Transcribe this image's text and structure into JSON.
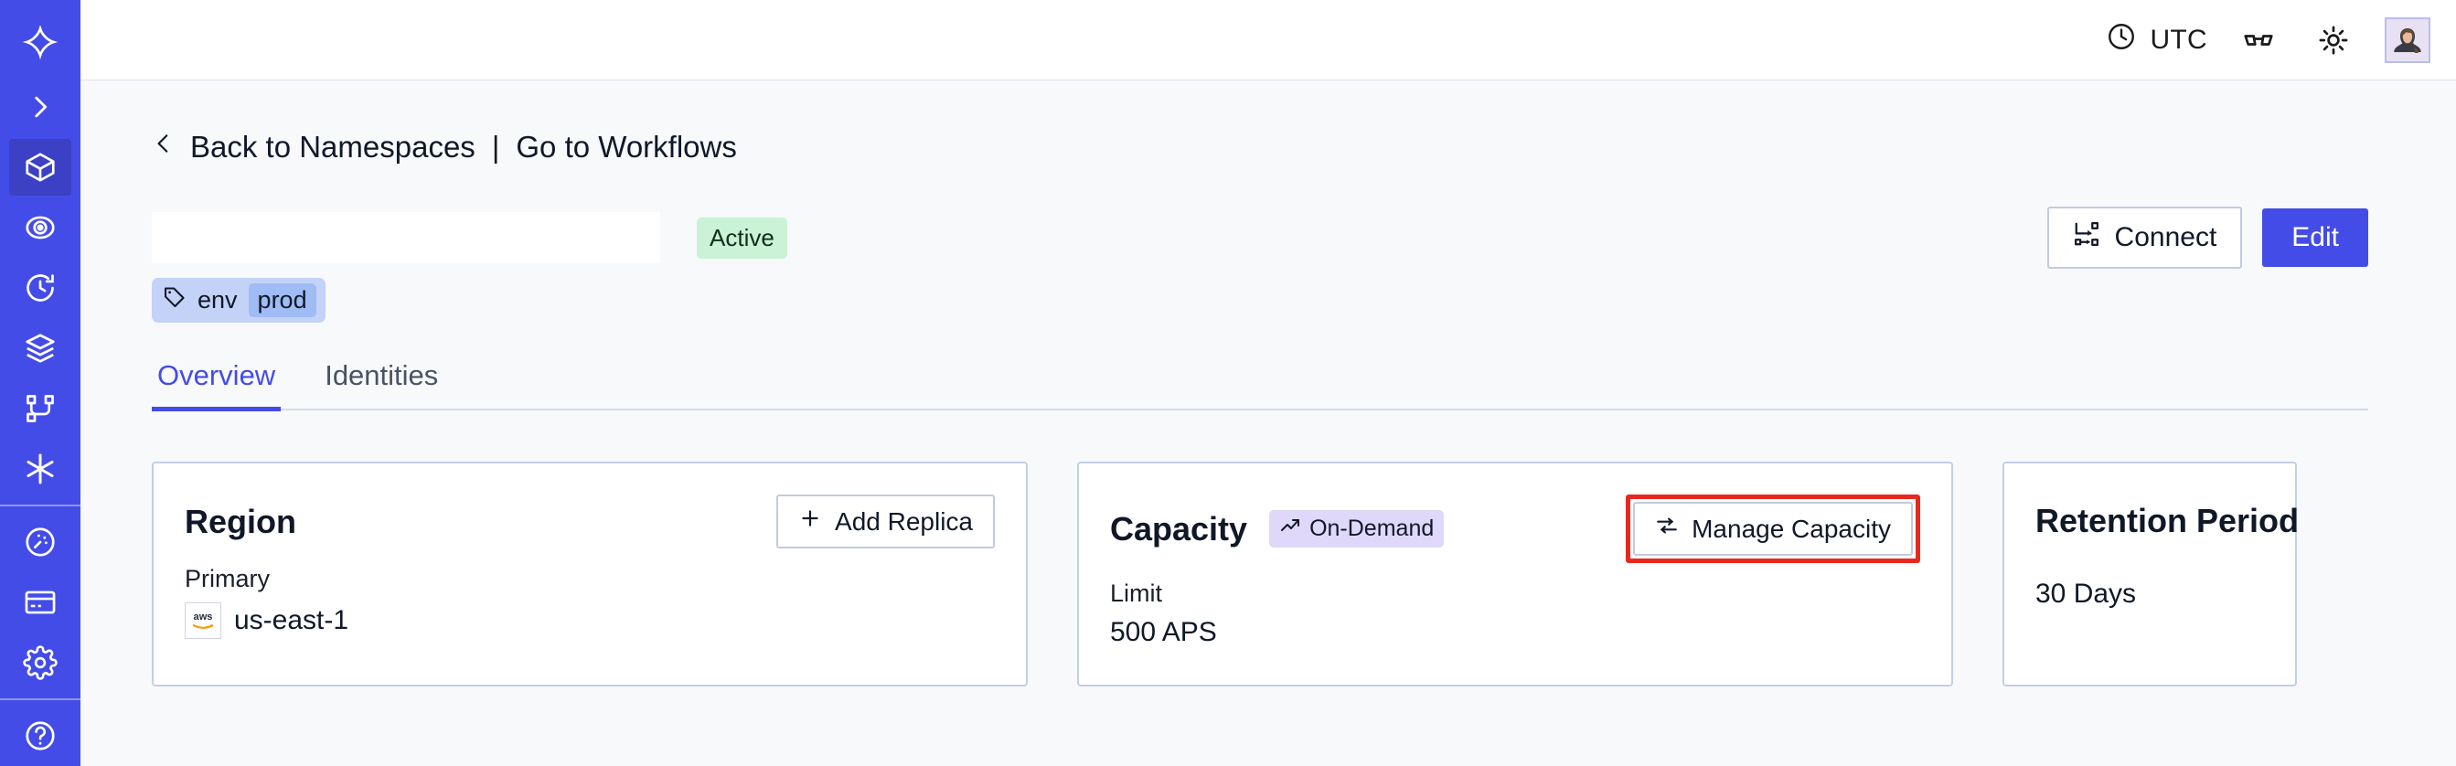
{
  "theme": {
    "brand": "#444ce7",
    "sidebar_bg": "#444ce7",
    "sidebar_active_bg": "#3b40c4",
    "page_bg": "#f7f9fb",
    "card_bg": "#ffffff",
    "card_border": "#c3cfe3",
    "active_badge_bg": "#c9f2d6",
    "ondemand_badge_bg": "#e0d8fb",
    "tag_chip_bg": "#c4d2f7",
    "tag_value_bg": "#9fbcf5",
    "highlight_outline": "#e8281e",
    "tab_active": "#444ce7"
  },
  "sidebar": {
    "logo_icon": "temporal-logo-icon",
    "expand_icon": "chevron-right-icon",
    "groups": [
      {
        "items": [
          {
            "icon": "cube-icon",
            "name": "namespaces",
            "active": true
          },
          {
            "icon": "eye-spiral-icon",
            "name": "observability",
            "active": false
          },
          {
            "icon": "clock-rewind-icon",
            "name": "schedules",
            "active": false
          },
          {
            "icon": "layers-icon",
            "name": "deployments",
            "active": false
          },
          {
            "icon": "git-branch-icon",
            "name": "workflows",
            "active": false
          },
          {
            "icon": "asterisk-icon",
            "name": "nexus",
            "active": false
          }
        ]
      },
      {
        "items": [
          {
            "icon": "gauge-icon",
            "name": "usage",
            "active": false
          },
          {
            "icon": "credit-card-icon",
            "name": "billing",
            "active": false
          },
          {
            "icon": "gear-icon",
            "name": "settings",
            "active": false
          }
        ]
      },
      {
        "items": [
          {
            "icon": "help-circle-icon",
            "name": "help",
            "active": false
          }
        ]
      }
    ]
  },
  "header": {
    "timezone_label": "UTC",
    "timezone_icon": "clock-icon",
    "glasses_icon": "glasses-icon",
    "theme_icon": "sun-icon",
    "avatar_icon": "user-avatar"
  },
  "breadcrumb": {
    "back_icon": "chevron-left-icon",
    "back_label": "Back to Namespaces",
    "divider": "|",
    "forward_label": "Go to Workflows"
  },
  "namespace": {
    "name": "",
    "status_badge": "Active",
    "tags": [
      {
        "icon": "tag-icon",
        "key": "env",
        "value": "prod"
      }
    ]
  },
  "actions": {
    "connect_label": "Connect",
    "connect_icon": "connect-icon",
    "edit_label": "Edit"
  },
  "tabs": [
    {
      "label": "Overview",
      "active": true
    },
    {
      "label": "Identities",
      "active": false
    }
  ],
  "cards": {
    "region": {
      "title": "Region",
      "action_label": "Add Replica",
      "action_icon": "plus-icon",
      "sub_label": "Primary",
      "provider_icon": "aws-icon",
      "value": "us-east-1"
    },
    "capacity": {
      "title": "Capacity",
      "badge_label": "On-Demand",
      "badge_icon": "trending-up-icon",
      "action_label": "Manage Capacity",
      "action_icon": "sliders-icon",
      "action_highlighted": true,
      "sub_label": "Limit",
      "value": "500 APS"
    },
    "retention": {
      "title": "Retention Period",
      "value": "30 Days"
    }
  }
}
